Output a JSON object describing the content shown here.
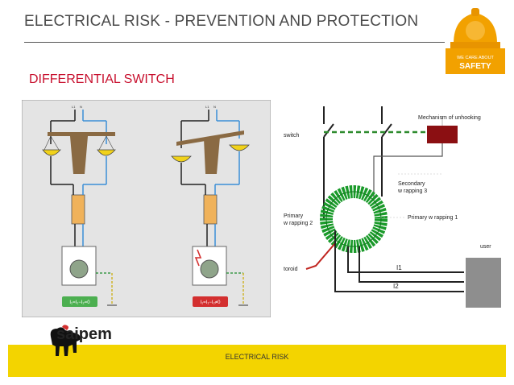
{
  "header": {
    "title": "ELECTRICAL RISK - PREVENTION AND PROTECTION",
    "badge_line1": "WE CARE ABOUT",
    "badge_line2": "SAFETY"
  },
  "subtitle": "DIFFERENTIAL SWITCH",
  "left_figure": {
    "supply_labels": [
      "L1",
      "N"
    ],
    "ok_formula": "I₁=I₁−I₂=0",
    "fault_formula": "I₁=I₁−I₂≠0"
  },
  "right_figure": {
    "labels": {
      "mechanism": "Mechanism of unhooking",
      "switch": "switch",
      "secondary": "Secondary wrapping 3",
      "secondary_l1": "Secondary",
      "secondary_l2": "w rapping 3",
      "primary2_l1": "Primary",
      "primary2_l2": "w rapping 2",
      "primary1": "Primary w rapping 1",
      "toroid": "toroid",
      "user": "user",
      "i1": "I1",
      "i2": "I2"
    }
  },
  "footer": {
    "brand": "saipem",
    "text": "ELECTRICAL RISK"
  },
  "colors": {
    "accent_red": "#c8102e",
    "footer_yellow": "#f3d400",
    "toroid_green": "#1a9a2a"
  }
}
